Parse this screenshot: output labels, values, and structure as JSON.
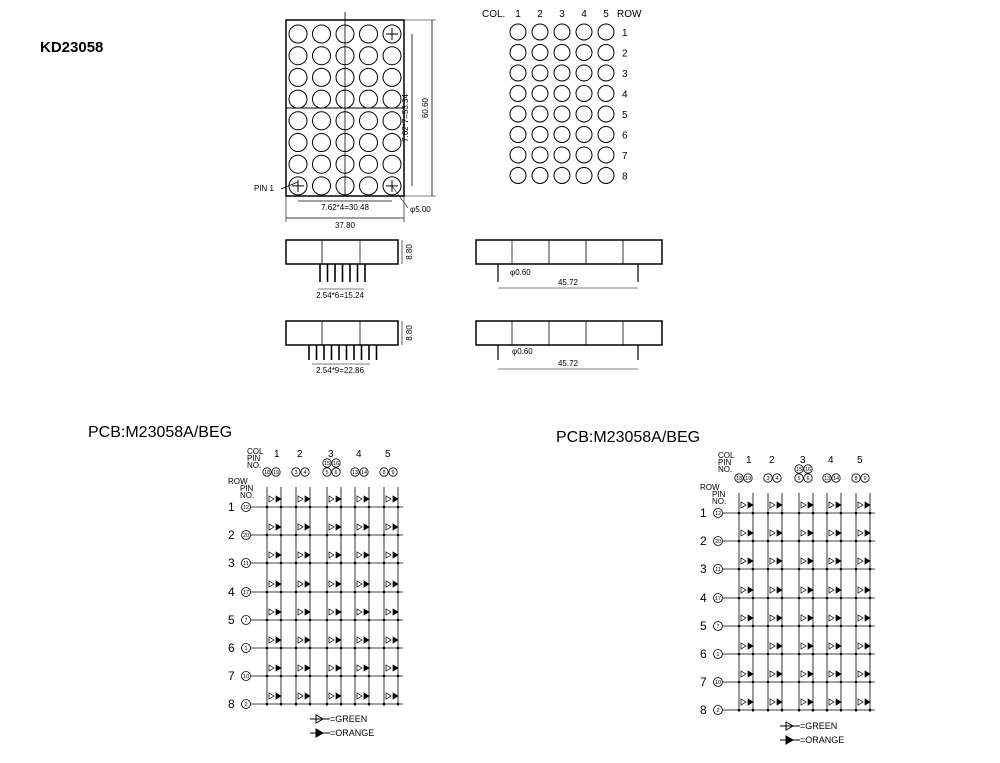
{
  "part_number": "KD23058",
  "front_view": {
    "pin1_label": "PIN 1",
    "dim_height_pitch": "7.62*7=53.34",
    "dim_height_total": "60.60",
    "dim_width_pitch": "7.62*4=30.48",
    "dim_width_total": "37.80",
    "dim_dot_diameter": "φ5.00",
    "rows": 8,
    "cols": 5
  },
  "pinout_grid": {
    "col_header": "COL.",
    "row_header": "ROW",
    "col_numbers": [
      "1",
      "2",
      "3",
      "4",
      "5"
    ],
    "row_numbers": [
      "1",
      "2",
      "3",
      "4",
      "5",
      "6",
      "7",
      "8"
    ]
  },
  "side_views": [
    {
      "height": "8.80",
      "pitch": "2.54*6=15.24",
      "pin_diameter": "φ0.60",
      "length": "45.72"
    },
    {
      "height": "8.80",
      "pitch": "2.54*9=22.86",
      "pin_diameter": "φ0.60",
      "length": "45.72"
    }
  ],
  "schematics": [
    {
      "title": "PCB:M23058A/BEG",
      "col_pin_label": [
        "COL",
        "PIN",
        "NO."
      ],
      "row_pin_label": [
        "ROW",
        "PIN",
        "NO."
      ],
      "col_numbers": [
        "1",
        "2",
        "3",
        "4",
        "5"
      ],
      "col_pins": [
        [
          "18",
          "19"
        ],
        [
          "3",
          "4"
        ],
        [
          "15",
          "16",
          "5",
          "6"
        ],
        [
          "13",
          "14"
        ],
        [
          "8",
          "9"
        ]
      ],
      "row_numbers": [
        "1",
        "2",
        "3",
        "4",
        "5",
        "6",
        "7",
        "8"
      ],
      "row_pins": [
        "12",
        "20",
        "11",
        "17",
        "7",
        "1",
        "10",
        "2"
      ],
      "legend_green": "=GREEN",
      "legend_orange": "=ORANGE"
    },
    {
      "title": "PCB:M23058A/BEG",
      "col_pin_label": [
        "COL",
        "PIN",
        "NO."
      ],
      "row_pin_label": [
        "ROW",
        "PIN",
        "NO."
      ],
      "col_numbers": [
        "1",
        "2",
        "3",
        "4",
        "5"
      ],
      "col_pins": [
        [
          "18",
          "19"
        ],
        [
          "3",
          "4"
        ],
        [
          "15",
          "16",
          "5",
          "6"
        ],
        [
          "13",
          "14"
        ],
        [
          "8",
          "9"
        ]
      ],
      "row_numbers": [
        "1",
        "2",
        "3",
        "4",
        "5",
        "6",
        "7",
        "8"
      ],
      "row_pins": [
        "12",
        "20",
        "11",
        "17",
        "7",
        "1",
        "10",
        "2"
      ],
      "legend_green": "=GREEN",
      "legend_orange": "=ORANGE"
    }
  ]
}
